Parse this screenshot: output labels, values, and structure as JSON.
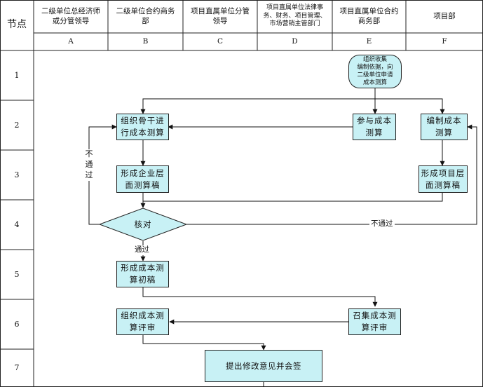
{
  "header": {
    "corner": "节点",
    "columns": [
      {
        "letter": "A",
        "title": "二级单位总经济师\n或分管领导"
      },
      {
        "letter": "B",
        "title": "二级单位合约商务\n部"
      },
      {
        "letter": "C",
        "title": "项目直属单位分管\n领导"
      },
      {
        "letter": "D",
        "title": "项目直属单位法律事\n务、财务、项目管理、\n市场营销主管部门"
      },
      {
        "letter": "E",
        "title": "项目直属单位合约\n商务部"
      },
      {
        "letter": "F",
        "title": "项目部"
      }
    ]
  },
  "rows": [
    "1",
    "2",
    "3",
    "4",
    "5",
    "6",
    "7"
  ],
  "nodes": {
    "collect": "组织收集\n编制依据，向\n二级单位申请\n成本测算",
    "organize_backbone": "组织骨干进\n行成本测算",
    "participate": "参与成本\n测算",
    "compile": "编制成本\n测算",
    "enterprise_draft": "形成企业层\n面测算稿",
    "project_draft": "形成项目层\n面测算稿",
    "check": "核对",
    "first_draft": "形成成本测\n算初稿",
    "org_review": "组织成本测\n算评审",
    "convene_review": "召集成本测\n算评审",
    "revise_sign": "提出修改意见并会签"
  },
  "edge_labels": {
    "not_pass_left": "不通过",
    "not_pass_right": "不通过",
    "pass": "通过"
  }
}
